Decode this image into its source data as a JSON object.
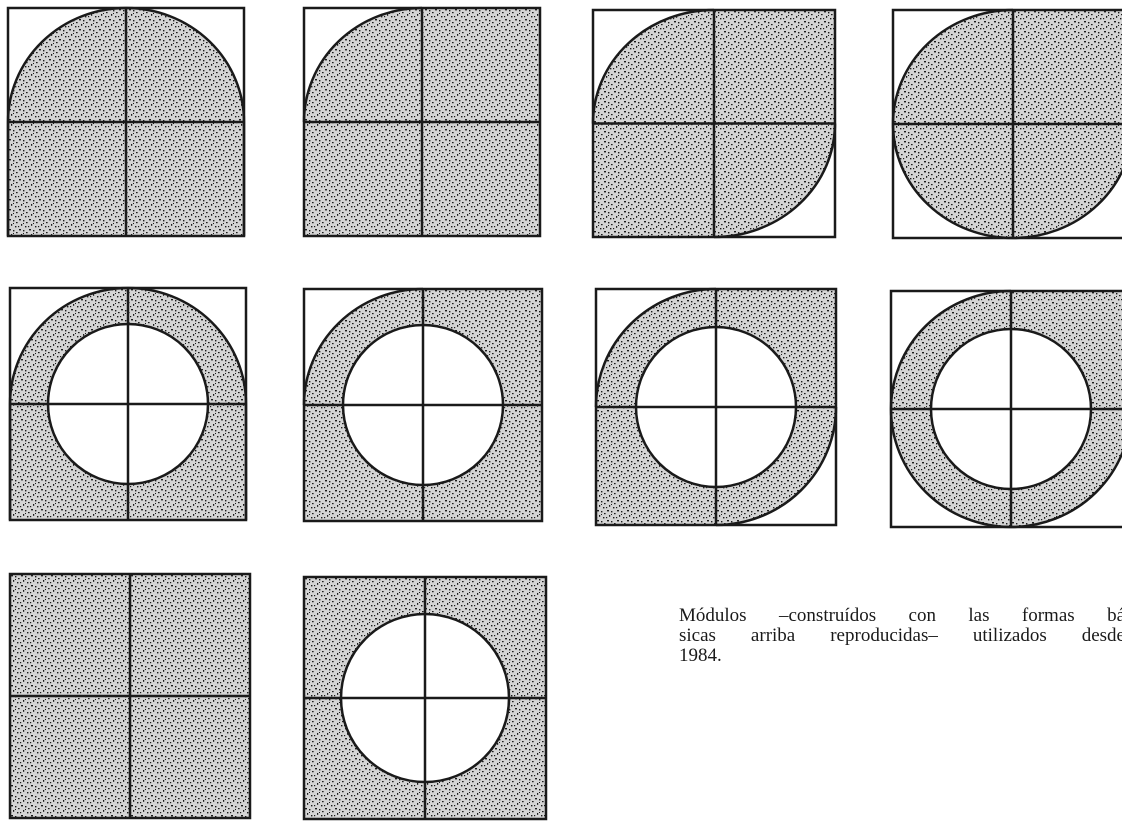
{
  "figure": {
    "modules": [
      {
        "shape": "half-disc-top-arc-square-bottom",
        "fill": "stippled"
      },
      {
        "shape": "quarter-arc-top-left",
        "fill": "stippled"
      },
      {
        "shape": "quarter-arcs-top-left-bottom-right",
        "fill": "stippled"
      },
      {
        "shape": "disc-right-half-arc",
        "fill": "stippled"
      },
      {
        "shape": "ring-top-arc-square-bottom",
        "fill": "stippled"
      },
      {
        "shape": "ring-quarter-arc-top-left",
        "fill": "stippled"
      },
      {
        "shape": "ring-quarter-arcs-top-left-bottom-right",
        "fill": "stippled"
      },
      {
        "shape": "ring-disc-right-half-arc",
        "fill": "stippled"
      },
      {
        "shape": "full-square",
        "fill": "stippled"
      },
      {
        "shape": "square-with-circular-hole",
        "fill": "stippled"
      }
    ],
    "colors": {
      "ink": "#1a1a1a",
      "paper": "#ffffff"
    }
  },
  "caption": {
    "line1": "Módulos –construídos con las formas bá",
    "line2": "sicas arriba reproducidas– utilizados desde",
    "line3": "1984."
  }
}
